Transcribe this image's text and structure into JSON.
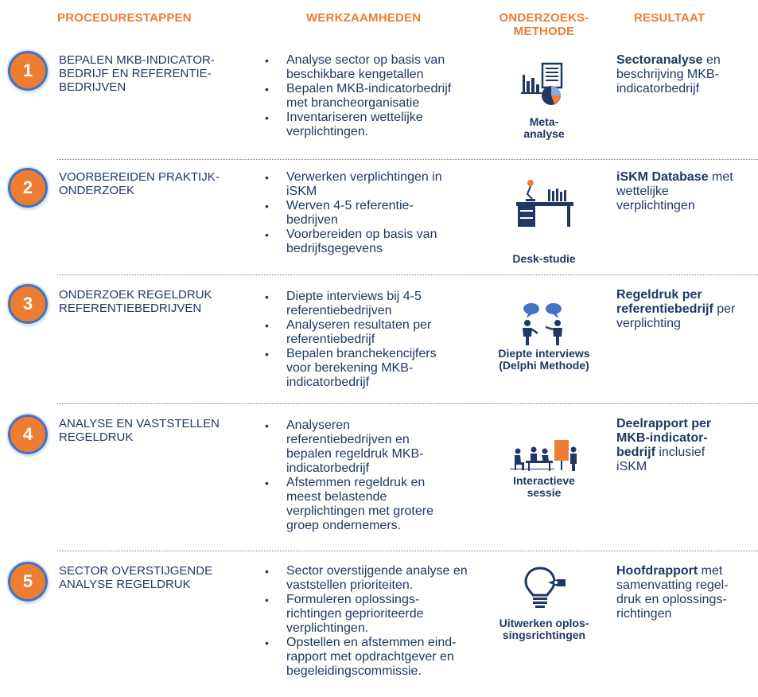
{
  "headers": {
    "steps": "PROCEDURESTAPPEN",
    "tasks": "WERKZAAMHEDEN",
    "method": "ONDERZOEKS-\nMETHODE",
    "result": "RESULTAAT"
  },
  "rows": [
    {
      "number": "1",
      "step": "BEPALEN MKB-INDICATOR-\nBEDRIJF EN REFERENTIE-\nBEDRIJVEN",
      "tasks": [
        "Analyse sector op basis van\nbeschikbare kengetallen",
        "Bepalen MKB-indicatorbedrijf\nmet brancheorganisatie",
        "Inventariseren wettelijke\nverplichtingen."
      ],
      "method_icon": "meta-analysis-icon",
      "method_label": "Meta-\nanalyse",
      "result_bold": "Sectoranalyse",
      "result_rest": " en\nbeschrijving MKB-\nindicatorbedrijf"
    },
    {
      "number": "2",
      "step": "VOORBEREIDEN PRAKTIJK-\nONDERZOEK",
      "tasks": [
        "Verwerken verplichtingen in\niSKM",
        "Werven 4-5 referentie-\nbedrijven",
        "Voorbereiden op basis van\nbedrijfsgegevens"
      ],
      "method_icon": "desk-icon",
      "method_label": "Desk-studie",
      "result_bold": "iSKM Database",
      "result_rest": " met\nwettelijke\nverplichtingen"
    },
    {
      "number": "3",
      "step": "ONDERZOEK REGELDRUK\nREFERENTIEBEDRIJVEN",
      "tasks": [
        "Diepte interviews bij 4-5\nreferentiebedrijven",
        "Analyseren resultaten per\nreferentiebedrijf",
        "Bepalen branchekencijfers\nvoor berekening MKB-\nindicatorbedrijf"
      ],
      "method_icon": "interview-icon",
      "method_label": "Diepte interviews\n(Delphi Methode)",
      "result_bold": "Regeldruk per\nreferentiebedrijf",
      "result_rest": " per\nverplichting"
    },
    {
      "number": "4",
      "step": "ANALYSE EN VASTSTELLEN\nREGELDRUK",
      "tasks": [
        "Analyseren\nreferentiebedrijven  en\nbepalen regeldruk MKB-\nindicatorbedrijf",
        "Afstemmen regeldruk en\nmeest belastende\nverplichtingen met grotere\ngroep ondernemers."
      ],
      "method_icon": "interactive-session-icon",
      "method_label": "Interactieve\nsessie",
      "result_bold": "Deelrapport per\nMKB-indicator-\nbedrijf",
      "result_rest": " inclusief\niSKM"
    },
    {
      "number": "5",
      "step": "SECTOR OVERSTIJGENDE\nANALYSE REGELDRUK",
      "tasks": [
        "Sector overstijgende analyse en\nvaststellen prioriteiten.",
        "Formuleren oplossings-\nrichtingen geprioriteerde\nverplichtingen.",
        "Opstellen en afstemmen eind-\nrapport met opdrachtgever en\nbegeleidingscommissie."
      ],
      "method_icon": "lightbulb-icon",
      "method_label": "Uitwerken oplos-\nsingsrichtingen",
      "result_bold": "Hoofdrapport",
      "result_rest": " met\nsamenvatting regel-\ndruk en oplossings-\nrichtingen"
    }
  ],
  "colors": {
    "orange": "#ed7d31",
    "navy": "#1f3864",
    "blue": "#4472c4"
  }
}
